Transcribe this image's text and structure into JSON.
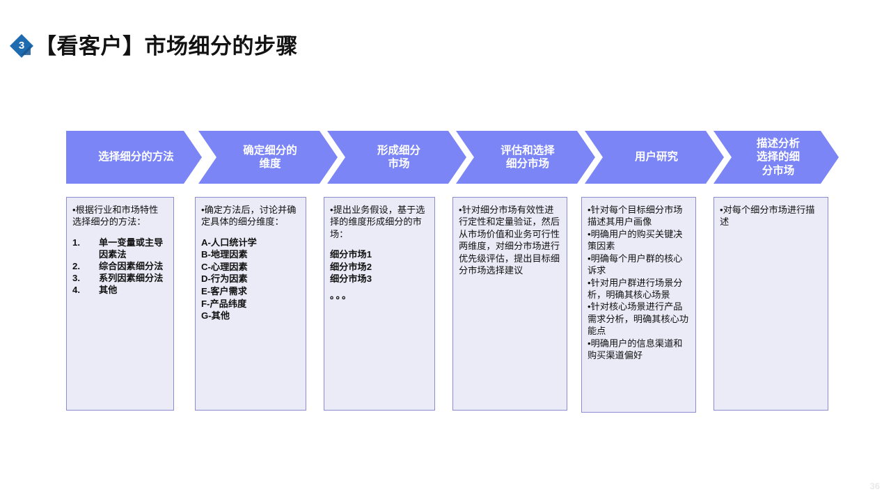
{
  "slide": {
    "badge_number": "3",
    "title": "【看客户】市场细分的步骤",
    "page_number": "36",
    "colors": {
      "chevron_fill": "#7b85f5",
      "chevron_shadow": "#5f5fa8",
      "box_fill": "#ebebf7",
      "box_border": "#8b8bd2",
      "badge_blue": "#1f6bb0",
      "title_text": "#121212"
    }
  },
  "steps": [
    {
      "chevron_label": "选择细分的方法",
      "intro": "•根据行业和市场特性选择细分的方法：",
      "numbered": [
        {
          "num": "1.",
          "text": "单一变量或主导因素法"
        },
        {
          "num": "2.",
          "text": "综合因素细分法"
        },
        {
          "num": "3.",
          "text": "系列因素细分法"
        },
        {
          "num": "4.",
          "text": "其他"
        }
      ]
    },
    {
      "chevron_label": "确定细分的\n维度",
      "intro": "•确定方法后，讨论并确定具体的细分维度：",
      "letters": [
        "A-人口统计学",
        "B-地理因素",
        "C-心理因素",
        "D-行为因素",
        "E-客户需求",
        "F-产品纬度",
        "G-其他"
      ]
    },
    {
      "chevron_label": "形成细分\n市场",
      "intro": "•提出业务假设，基于选择的维度形成细分的市场：",
      "markets": [
        "细分市场1",
        "细分市场2",
        "细分市场3"
      ],
      "dots": "。。。"
    },
    {
      "chevron_label": "评估和选择\n细分市场",
      "intro": "•针对细分市场有效性进行定性和定量验证，然后从市场价值和业务可行性两维度，对细分市场进行优先级评估，提出目标细分市场选择建议"
    },
    {
      "chevron_label": "用户研究",
      "bullets": [
        "•针对每个目标细分市场描述其用户画像",
        "•明确用户的购买关键决策因素",
        "•明确每个用户群的核心诉求",
        "•针对用户群进行场景分析，明确其核心场景",
        "•针对核心场景进行产品需求分析，明确其核心功能点",
        "•明确用户的信息渠道和购买渠道偏好"
      ]
    },
    {
      "chevron_label": "描述分析\n选择的细\n分市场",
      "intro": "•对每个细分市场进行描述"
    }
  ]
}
